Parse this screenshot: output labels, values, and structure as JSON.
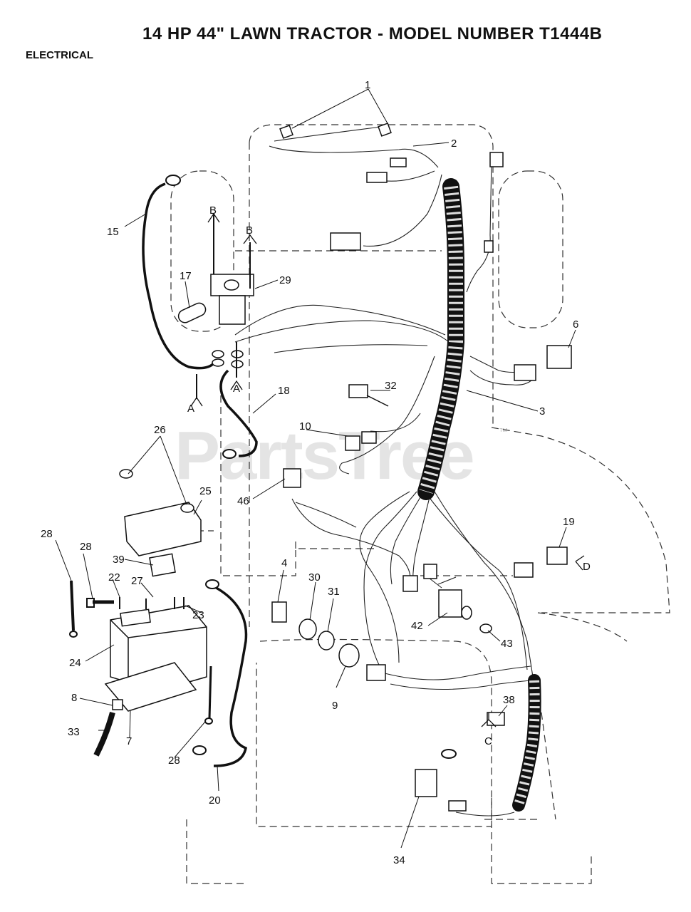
{
  "title": "14 HP 44\" LAWN TRACTOR - MODEL NUMBER T1444B",
  "section": "ELECTRICAL",
  "watermark": "PartsTree",
  "watermark_mark": "™",
  "callouts": [
    {
      "id": "c1",
      "label": "1"
    },
    {
      "id": "c2",
      "label": "2"
    },
    {
      "id": "c3",
      "label": "3"
    },
    {
      "id": "c4",
      "label": "4"
    },
    {
      "id": "c6",
      "label": "6"
    },
    {
      "id": "c7",
      "label": "7"
    },
    {
      "id": "c8",
      "label": "8"
    },
    {
      "id": "c9",
      "label": "9"
    },
    {
      "id": "c10",
      "label": "10"
    },
    {
      "id": "c15",
      "label": "15"
    },
    {
      "id": "c17",
      "label": "17"
    },
    {
      "id": "c18",
      "label": "18"
    },
    {
      "id": "c19",
      "label": "19"
    },
    {
      "id": "c20",
      "label": "20"
    },
    {
      "id": "c22",
      "label": "22"
    },
    {
      "id": "c23",
      "label": "23"
    },
    {
      "id": "c24",
      "label": "24"
    },
    {
      "id": "c25",
      "label": "25"
    },
    {
      "id": "c26",
      "label": "26"
    },
    {
      "id": "c27",
      "label": "27"
    },
    {
      "id": "c28a",
      "label": "28"
    },
    {
      "id": "c28b",
      "label": "28"
    },
    {
      "id": "c28c",
      "label": "28"
    },
    {
      "id": "c29",
      "label": "29"
    },
    {
      "id": "c30",
      "label": "30"
    },
    {
      "id": "c31",
      "label": "31"
    },
    {
      "id": "c32",
      "label": "32"
    },
    {
      "id": "c33",
      "label": "33"
    },
    {
      "id": "c34",
      "label": "34"
    },
    {
      "id": "c38",
      "label": "38"
    },
    {
      "id": "c39",
      "label": "39"
    },
    {
      "id": "c42",
      "label": "42"
    },
    {
      "id": "c43",
      "label": "43"
    },
    {
      "id": "c46",
      "label": "46"
    }
  ],
  "refs": [
    {
      "id": "rB1",
      "label": "B"
    },
    {
      "id": "rB2",
      "label": "B"
    },
    {
      "id": "rA1",
      "label": "A"
    },
    {
      "id": "rA2",
      "label": "A"
    },
    {
      "id": "rC",
      "label": "C"
    },
    {
      "id": "rD",
      "label": "D"
    }
  ]
}
